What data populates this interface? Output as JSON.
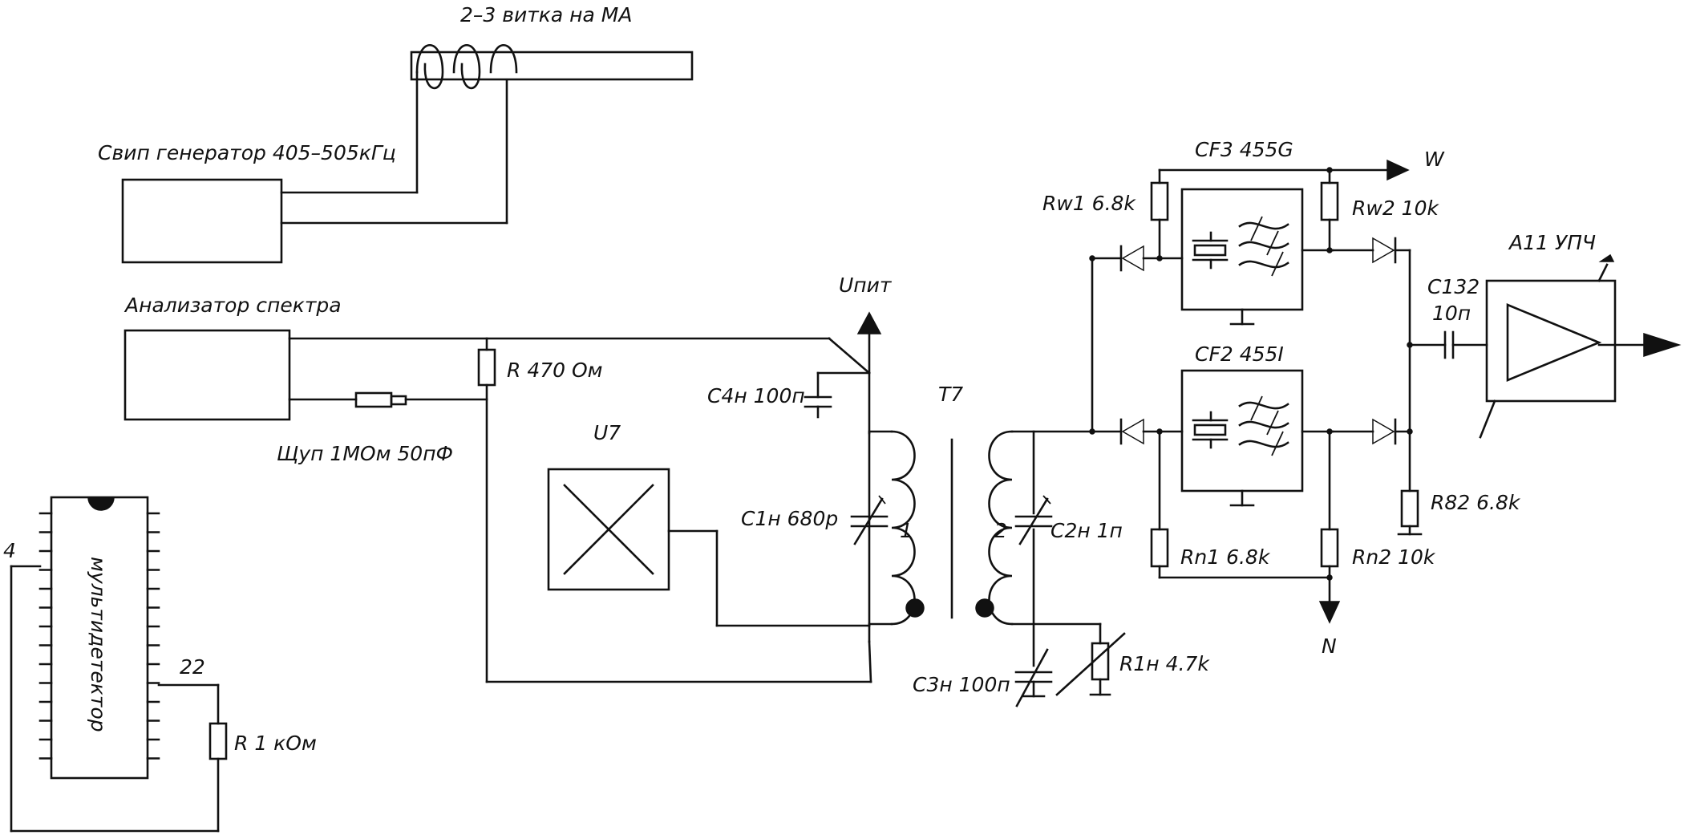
{
  "labels": {
    "coil_turns": "2–3 витка на МА",
    "sweep_gen": "Свип генератор 405–505кГц",
    "spectrum": "Анализатор спектра",
    "r470": "R 470 Ом",
    "probe": "Щуп 1МОм 50пФ",
    "upit": "Uпит",
    "c4": "C4н 100п",
    "t7": "T7",
    "u7": "U7",
    "c1": "C1н 680p",
    "w1": "1",
    "w2": "2",
    "c2": "C2н 1п",
    "c3": "C3н 100п",
    "r1": "R1н 4.7k",
    "cf3": "CF3 455G",
    "cf2": "CF2 455I",
    "rw1": "Rw1 6.8k",
    "rw2": "Rw2 10k",
    "rn1": "Rn1 6.8k",
    "rn2": "Rn2 10k",
    "w_out": "W",
    "n_out": "N",
    "c132": "C132",
    "c132_val": "10п",
    "a11": "А11 УПЧ",
    "r82": "R82 6.8k",
    "multidet": "мультидетектор",
    "pin4": "4",
    "pin22": "22",
    "r1k": "R 1 кОм"
  }
}
